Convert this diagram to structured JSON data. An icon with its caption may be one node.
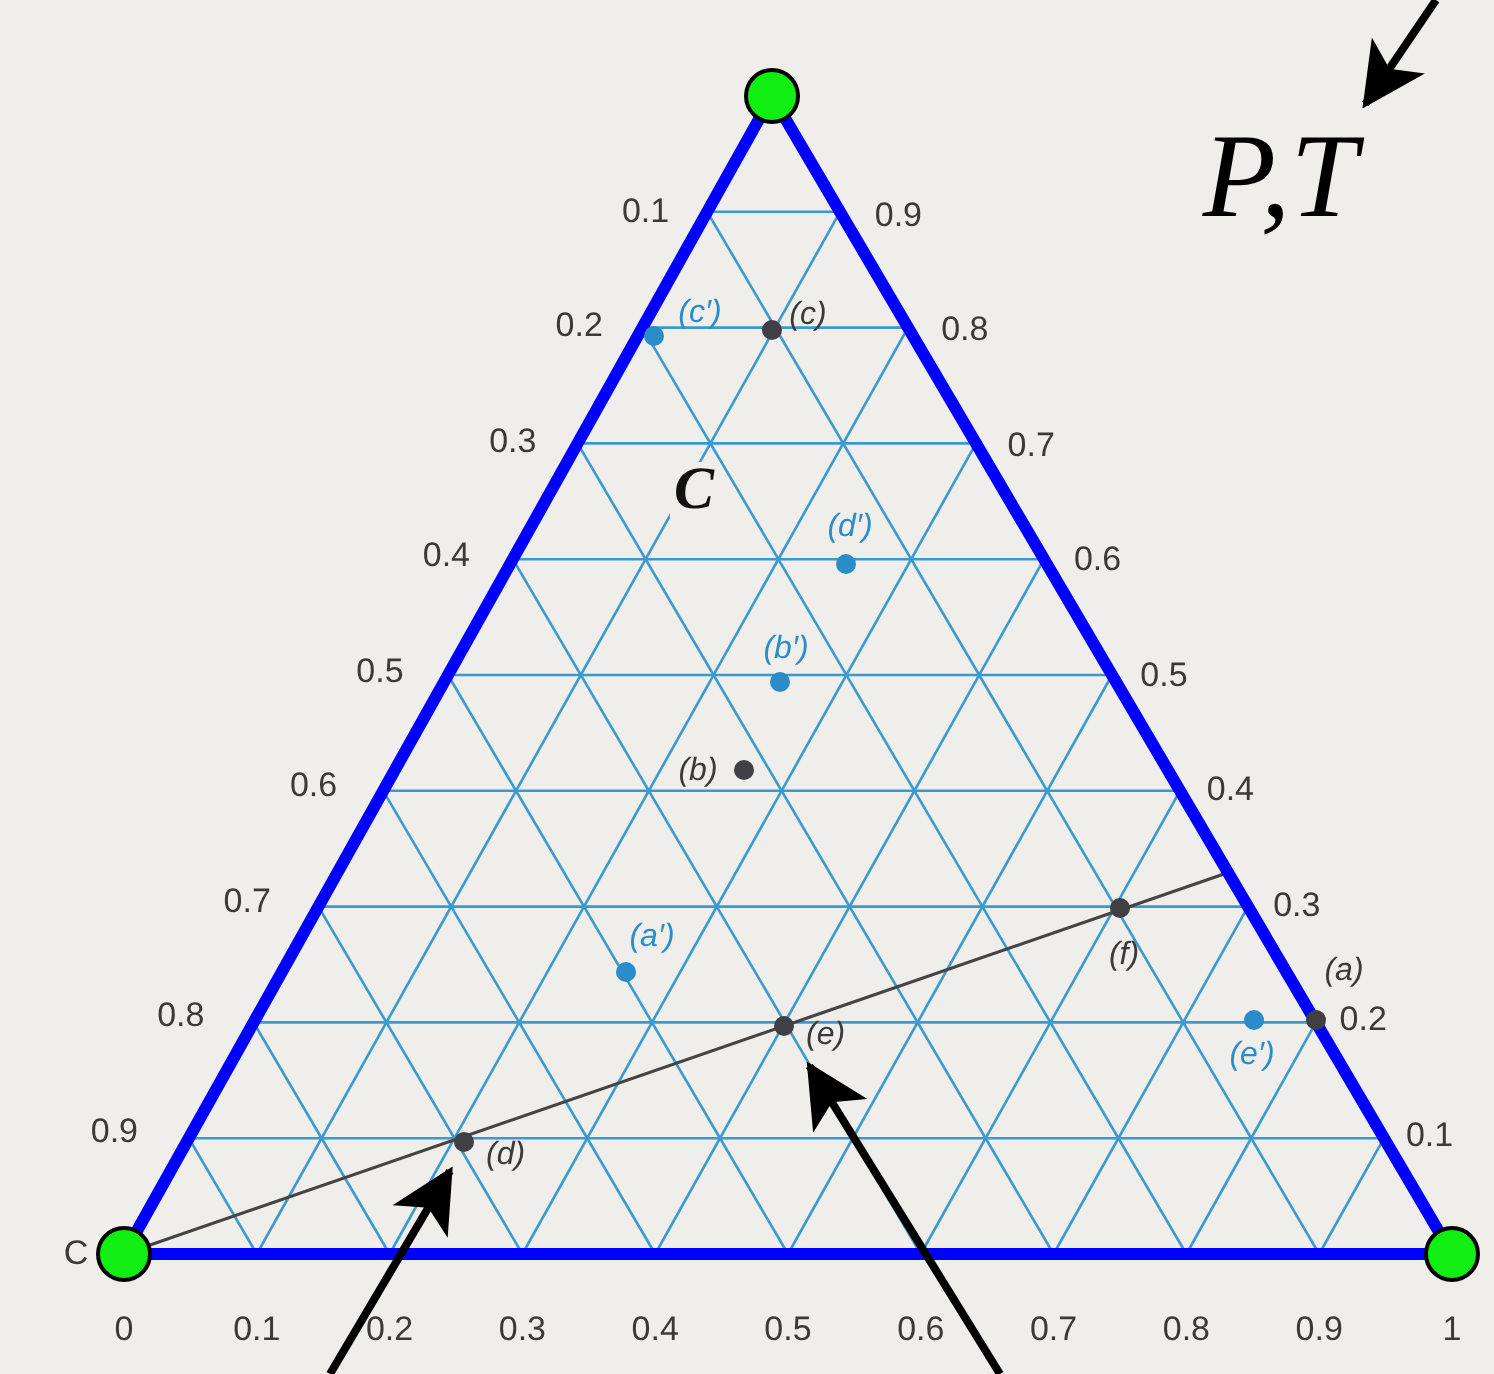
{
  "diagram": {
    "nodes": [
      {
        "text": [],
        "shape": "circle"
      },
      {
        "text": [
          "P,T"
        ]
      },
      {
        "text": [
          "(e)"
        ]
      },
      {
        "text": [
          "(d)"
        ]
      },
      {
        "text": [],
        "shape": "circle",
        "beside": [
          "C"
        ]
      },
      {
        "text": [],
        "shape": "circle"
      }
    ],
    "edges": [
      {
        "from": null,
        "to": 1,
        "arrow": "to"
      },
      {
        "from": null,
        "to": 3,
        "arrow": "to"
      },
      {
        "from": null,
        "to": 2,
        "arrow": "to"
      }
    ],
    "labels": [
      "0.1",
      "0.9",
      "0.2",
      "(c′)",
      "(c)",
      "0.8",
      "0.3",
      "0.7",
      "C",
      "(d′)",
      "0.4",
      "0.6",
      "(b′)",
      "0.5",
      "0.5",
      "(b)",
      "0.6",
      "0.4",
      "0.7",
      "0.3",
      "(a′)",
      "(f)",
      "(a)",
      "0.8",
      "0.2",
      "(e′)",
      "0.9",
      "0.1",
      "0",
      "0.1",
      "0.2",
      "0.3",
      "0.4",
      "0.5",
      "0.6",
      "0.7",
      "0.8",
      "0.9",
      "1"
    ]
  }
}
